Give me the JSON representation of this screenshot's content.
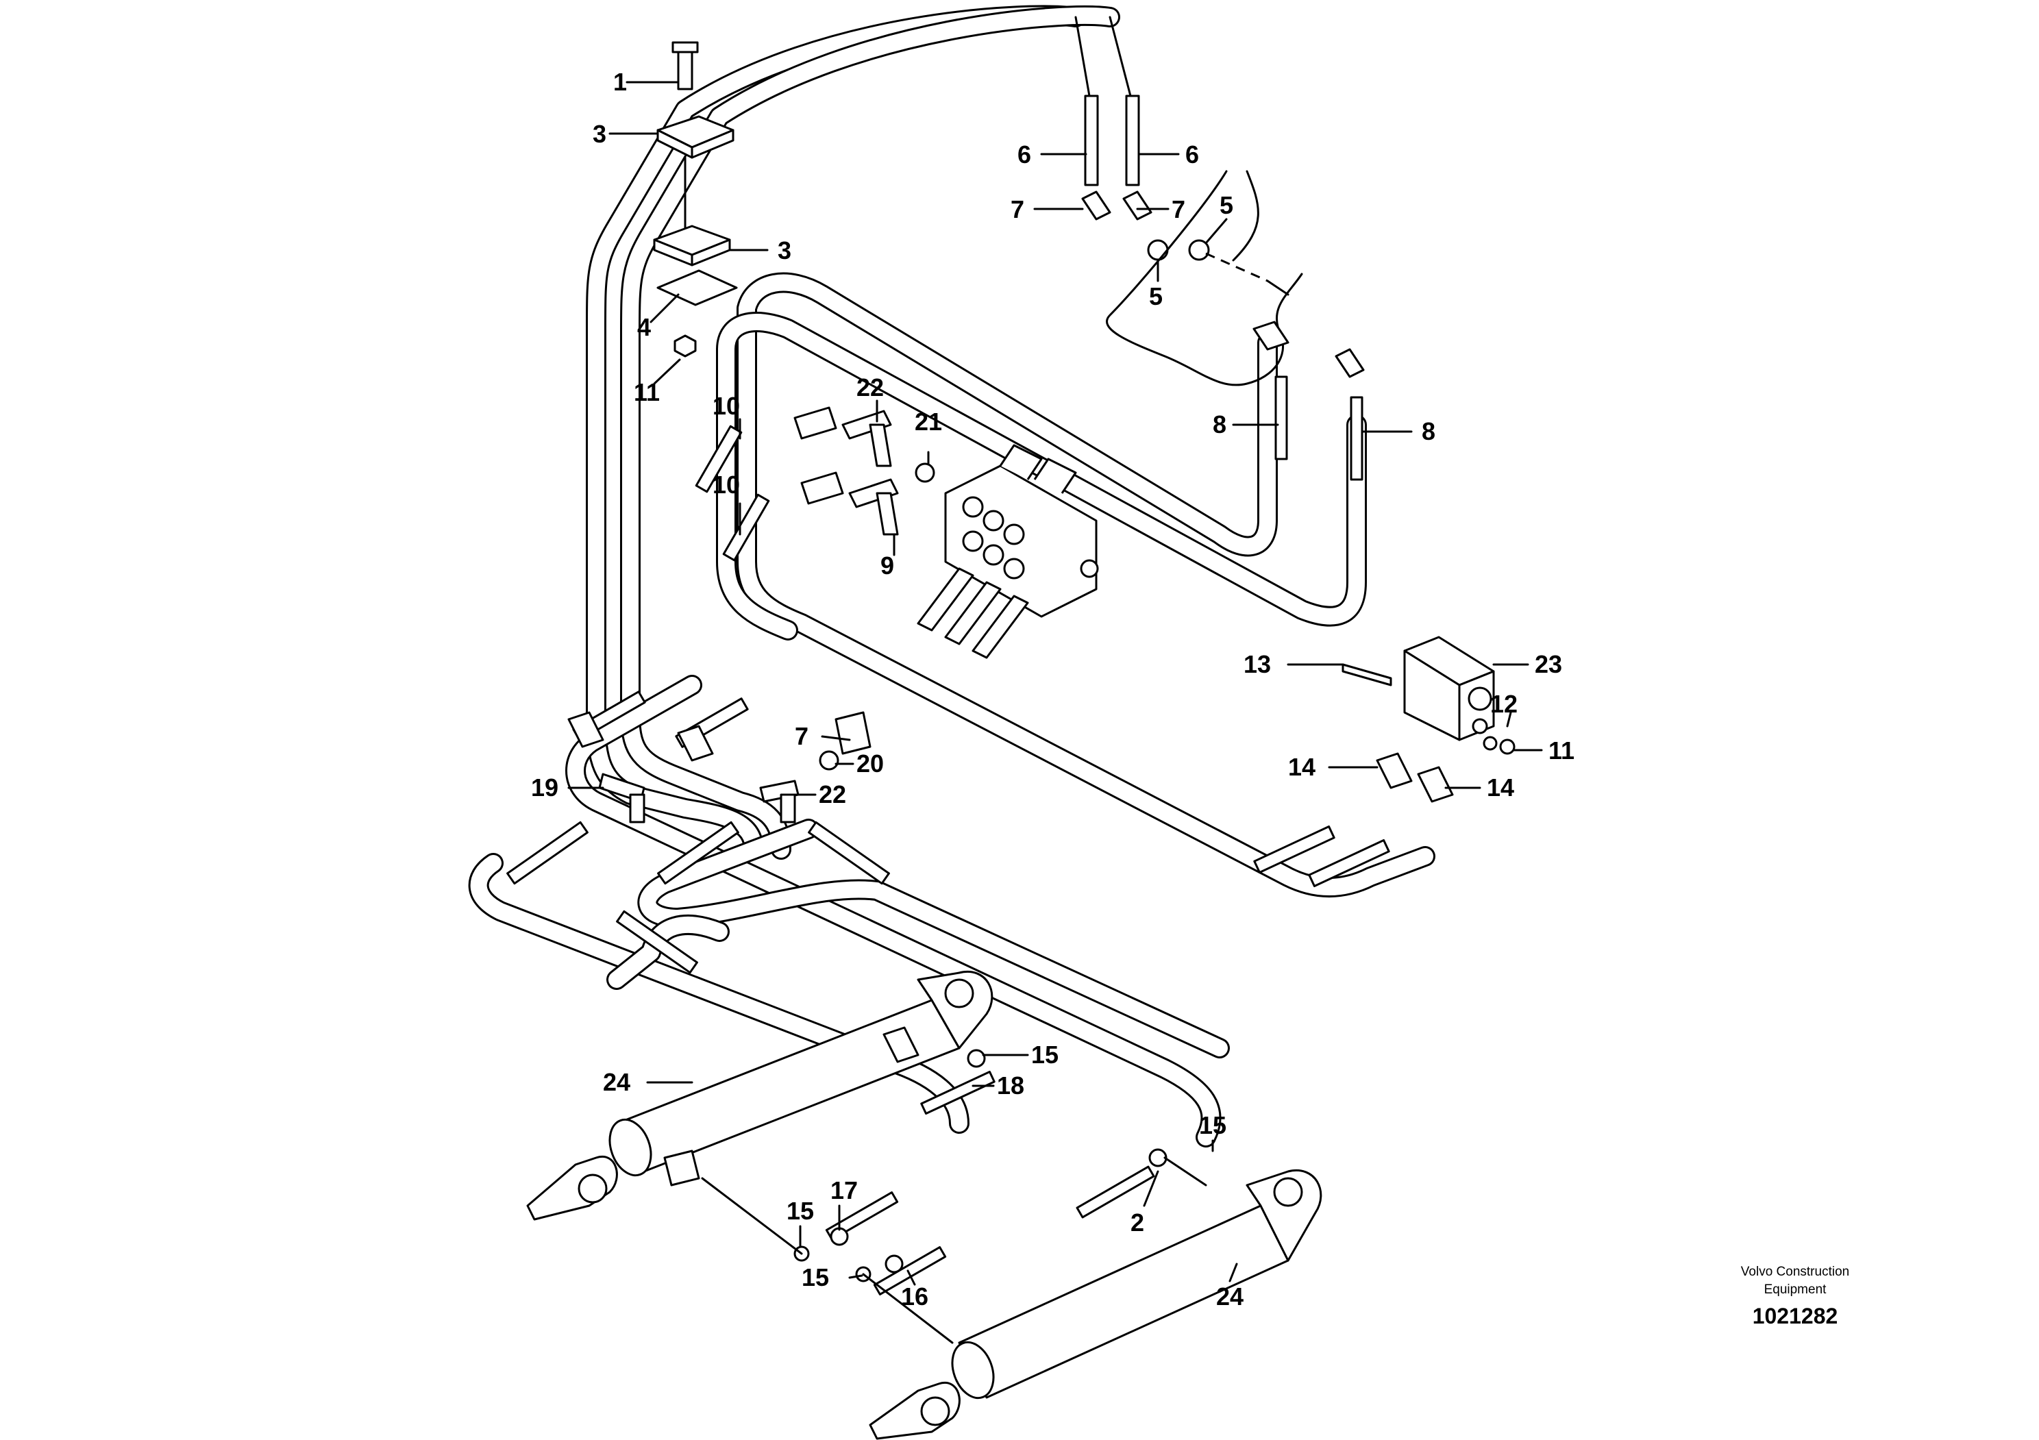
{
  "callouts": [
    {
      "n": "1"
    },
    {
      "n": "3"
    },
    {
      "n": "3"
    },
    {
      "n": "4"
    },
    {
      "n": "11"
    },
    {
      "n": "6"
    },
    {
      "n": "6"
    },
    {
      "n": "7"
    },
    {
      "n": "7"
    },
    {
      "n": "5"
    },
    {
      "n": "5"
    },
    {
      "n": "8"
    },
    {
      "n": "8"
    },
    {
      "n": "22"
    },
    {
      "n": "21"
    },
    {
      "n": "10"
    },
    {
      "n": "10"
    },
    {
      "n": "9"
    },
    {
      "n": "13"
    },
    {
      "n": "23"
    },
    {
      "n": "12"
    },
    {
      "n": "11"
    },
    {
      "n": "14"
    },
    {
      "n": "14"
    },
    {
      "n": "7"
    },
    {
      "n": "20"
    },
    {
      "n": "19"
    },
    {
      "n": "22"
    },
    {
      "n": "15"
    },
    {
      "n": "24"
    },
    {
      "n": "18"
    },
    {
      "n": "15"
    },
    {
      "n": "17"
    },
    {
      "n": "15"
    },
    {
      "n": "2"
    },
    {
      "n": "15"
    },
    {
      "n": "16"
    },
    {
      "n": "24"
    }
  ],
  "footer": {
    "company_line1": "Volvo Construction",
    "company_line2": "Equipment",
    "doc_number": "1021282"
  }
}
